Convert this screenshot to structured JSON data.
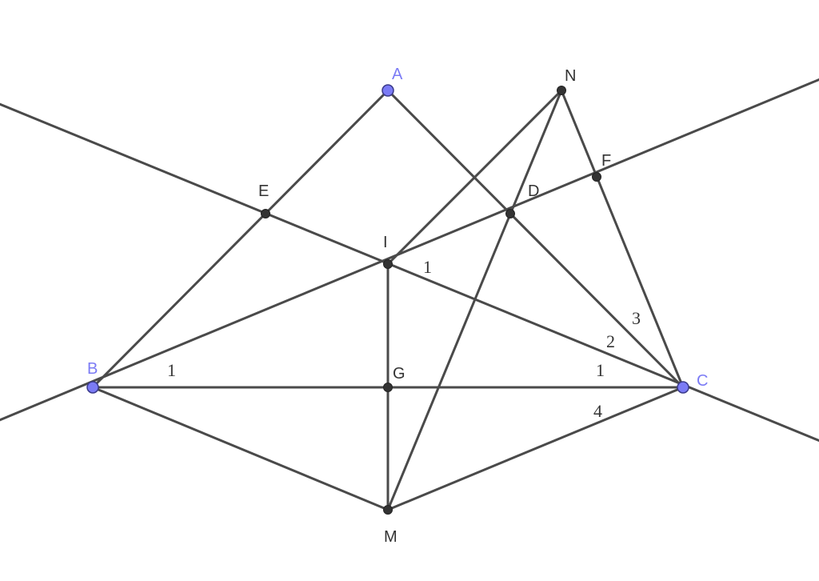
{
  "colors": {
    "background": "#ffffff",
    "line": "#4a4a4a",
    "point_dependent": "#333333",
    "point_free": "#7b7bf5",
    "point_free_stroke": "#3a3a8a",
    "label_dependent": "#333333",
    "label_free": "#7b7bf5"
  },
  "points": {
    "A": {
      "label": "A",
      "free": true
    },
    "B": {
      "label": "B",
      "free": true
    },
    "C": {
      "label": "C",
      "free": true
    },
    "D": {
      "label": "D",
      "free": false
    },
    "E": {
      "label": "E",
      "free": false
    },
    "F": {
      "label": "F",
      "free": false
    },
    "G": {
      "label": "G",
      "free": false
    },
    "I": {
      "label": "I",
      "free": false
    },
    "M": {
      "label": "M",
      "free": false
    },
    "N": {
      "label": "N",
      "free": false
    }
  },
  "angle_labels": [
    {
      "key": "ang-B1",
      "text": "1"
    },
    {
      "key": "ang-I1",
      "text": "1"
    },
    {
      "key": "ang-C1",
      "text": "1"
    },
    {
      "key": "ang-C2",
      "text": "2"
    },
    {
      "key": "ang-C3",
      "text": "3"
    },
    {
      "key": "ang-C4",
      "text": "4"
    }
  ]
}
